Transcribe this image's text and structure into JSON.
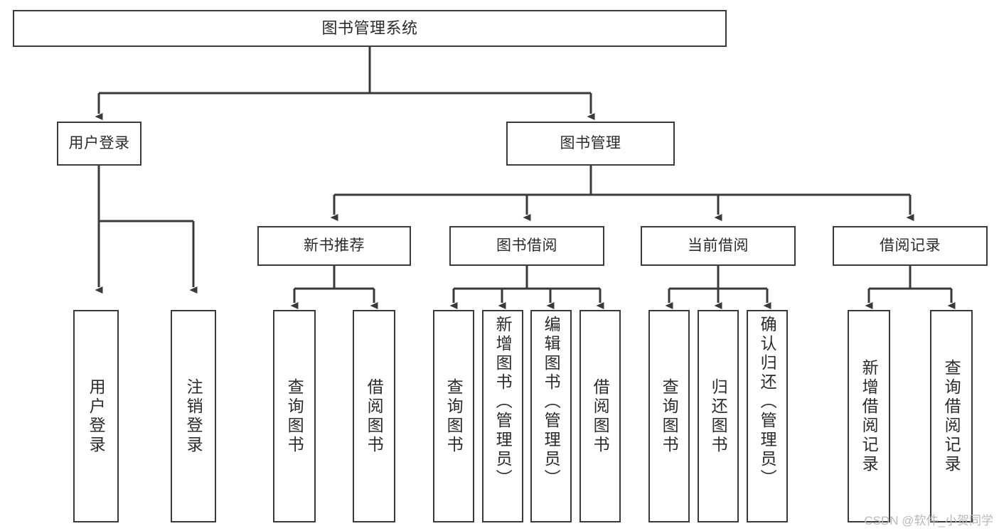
{
  "diagram": {
    "title": "图书管理系统",
    "type": "functional-structure-tree",
    "watermark": "CSDN @软件_小贺同学",
    "colors": {
      "stroke": "#3a3a3a",
      "fill": "#ffffff",
      "text": "#2b2b2b",
      "watermark": "#b9b9b9"
    },
    "levels": {
      "root": "图书管理系统",
      "level2": [
        "用户登录",
        "图书管理"
      ],
      "level3": [
        "新书推荐",
        "图书借阅",
        "当前借阅",
        "借阅记录"
      ]
    },
    "nodes": {
      "root": {
        "label": "图书管理系统"
      },
      "user_login": {
        "label": "用户登录"
      },
      "book_manage": {
        "label": "图书管理"
      },
      "new_book_rec": {
        "label": "新书推荐"
      },
      "book_borrow": {
        "label": "图书借阅"
      },
      "current_borrow": {
        "label": "当前借阅"
      },
      "borrow_record": {
        "label": "借阅记录"
      },
      "leaf_user_login": {
        "label": "用户登录"
      },
      "leaf_logout": {
        "label": "注销登录"
      },
      "leaf_query_book_1": {
        "label": "查询图书"
      },
      "leaf_borrow_book_1": {
        "label": "借阅图书"
      },
      "leaf_query_book_2": {
        "label": "查询图书"
      },
      "leaf_add_book": {
        "label": "新增图书（管理员）"
      },
      "leaf_edit_book": {
        "label": "编辑图书（管理员）"
      },
      "leaf_borrow_book_2": {
        "label": "借阅图书"
      },
      "leaf_query_book_3": {
        "label": "查询图书"
      },
      "leaf_return_book": {
        "label": "归还图书"
      },
      "leaf_confirm_return": {
        "label": "确认归还（管理员）"
      },
      "leaf_add_record": {
        "label": "新增借阅记录"
      },
      "leaf_query_record": {
        "label": "查询借阅记录"
      }
    },
    "edges": [
      {
        "from": "root",
        "to": "user_login"
      },
      {
        "from": "root",
        "to": "book_manage"
      },
      {
        "from": "user_login",
        "to": "leaf_user_login"
      },
      {
        "from": "user_login",
        "to": "leaf_logout"
      },
      {
        "from": "book_manage",
        "to": "new_book_rec"
      },
      {
        "from": "book_manage",
        "to": "book_borrow"
      },
      {
        "from": "book_manage",
        "to": "current_borrow"
      },
      {
        "from": "book_manage",
        "to": "borrow_record"
      },
      {
        "from": "new_book_rec",
        "to": "leaf_query_book_1"
      },
      {
        "from": "new_book_rec",
        "to": "leaf_borrow_book_1"
      },
      {
        "from": "book_borrow",
        "to": "leaf_query_book_2"
      },
      {
        "from": "book_borrow",
        "to": "leaf_add_book"
      },
      {
        "from": "book_borrow",
        "to": "leaf_edit_book"
      },
      {
        "from": "book_borrow",
        "to": "leaf_borrow_book_2"
      },
      {
        "from": "current_borrow",
        "to": "leaf_query_book_3"
      },
      {
        "from": "current_borrow",
        "to": "leaf_return_book"
      },
      {
        "from": "current_borrow",
        "to": "leaf_confirm_return"
      },
      {
        "from": "borrow_record",
        "to": "leaf_add_record"
      },
      {
        "from": "borrow_record",
        "to": "leaf_query_record"
      }
    ]
  }
}
